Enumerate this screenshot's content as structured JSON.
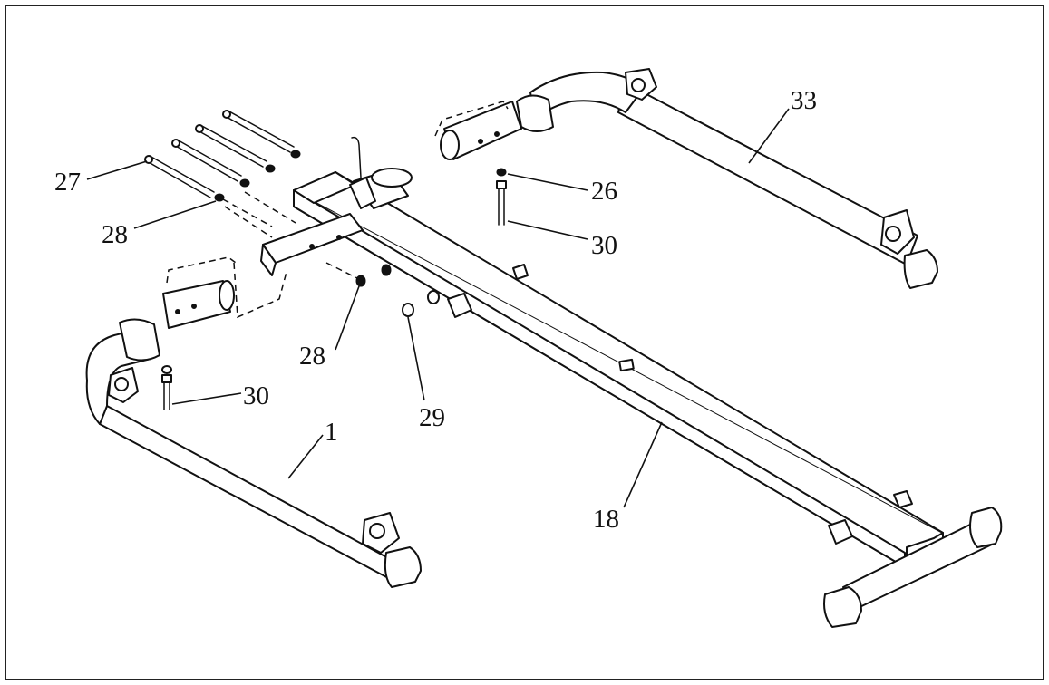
{
  "diagram": {
    "labels": {
      "part_1": "1",
      "part_18": "18",
      "part_26": "26",
      "part_27": "27",
      "part_28a": "28",
      "part_28b": "28",
      "part_29": "29",
      "part_30a": "30",
      "part_30b": "30",
      "part_33": "33"
    },
    "colors": {
      "line": "#111111",
      "background": "#ffffff"
    }
  }
}
